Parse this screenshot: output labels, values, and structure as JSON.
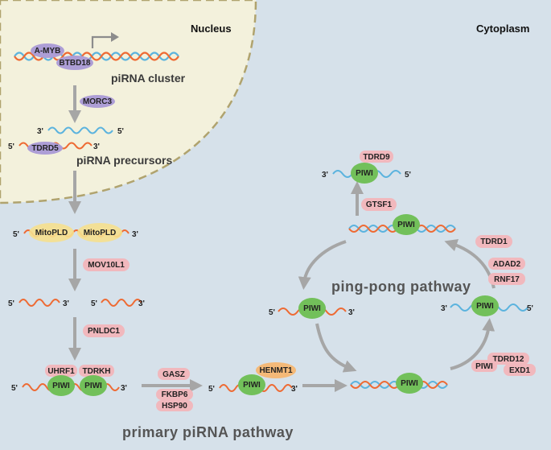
{
  "regions": {
    "nucleus": "Nucleus",
    "cytoplasm": "Cytoplasm"
  },
  "labels": {
    "cluster": "piRNA cluster",
    "precursors": "piRNA precursors",
    "primary": "primary piRNA pathway",
    "pingpong": "ping-pong pathway"
  },
  "ends": {
    "five": "5'",
    "three": "3'"
  },
  "proteins": {
    "amyb": "A-MYB",
    "btbd18": "BTBD18",
    "morc3": "MORC3",
    "tdrd5": "TDRD5",
    "mitopld": "MitoPLD",
    "mov10l1": "MOV10L1",
    "pnldc1": "PNLDC1",
    "uhrf1": "UHRF1",
    "tdrkh": "TDRKH",
    "piwi": "PIWI",
    "gasz": "GASZ",
    "fkbp6": "FKBP6",
    "hsp90": "HSP90",
    "henmt1": "HENMT1",
    "tdrd9": "TDRD9",
    "gtsf1": "GTSF1",
    "tdrd1": "TDRD1",
    "adad2": "ADAD2",
    "rnf17": "RNF17",
    "tdrd12": "TDRD12",
    "exd1": "EXD1"
  },
  "colors": {
    "background": "#d6e1ea",
    "nucleus": "#f3f1dc",
    "orange_strand": "#ee6a33",
    "blue_strand": "#5bb3de",
    "piwi": "#72c05a",
    "pink": "#f1b8bd",
    "lavender": "#ad9ed6",
    "yellow": "#f6e08e",
    "henmt1": "#f4b978",
    "arrow": "#a6a6a6"
  }
}
